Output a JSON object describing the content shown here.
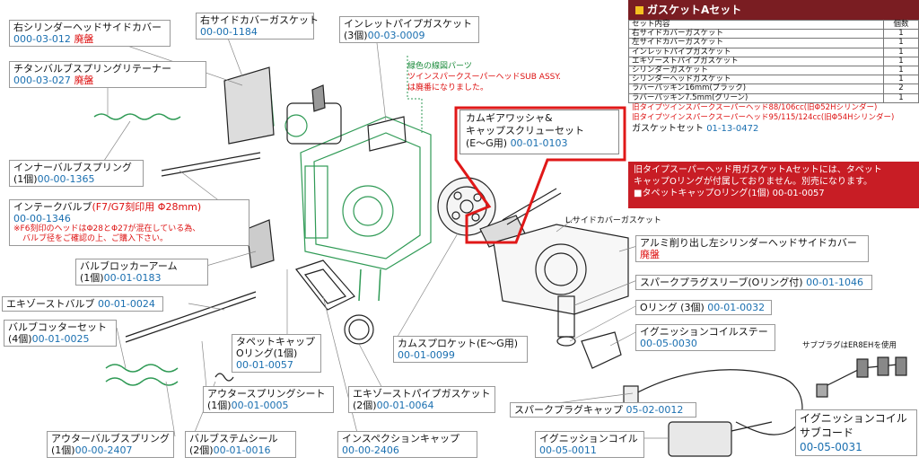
{
  "labels": {
    "right_head_cover": {
      "name": "右シリンダーヘッドサイドカバー",
      "num": "000-03-012",
      "status": "廃盤"
    },
    "right_side_gasket": {
      "name": "右サイドカバーガスケット",
      "num": "00-00-1184"
    },
    "inlet_pipe_gasket": {
      "name": "インレットパイプガスケット",
      "qty": "(3個)",
      "num": "00-03-0009"
    },
    "ti_retainer": {
      "name": "チタンバルブスプリングリテーナー",
      "num": "000-03-027",
      "status": "廃盤"
    },
    "inner_spring": {
      "name": "インナーバルブスプリング",
      "qty": "(1個)",
      "num": "00-00-1365"
    },
    "intake_valve": {
      "name": "インテークバルブ",
      "note_red": "(F7/G7刻印用 Φ28mm)",
      "num": "00-00-1346",
      "warn1": "※F6刻印のヘッドはΦ28とΦ27が混在している為、",
      "warn2": "バルブ径をご確認の上、ご購入下さい。"
    },
    "rocker_arm": {
      "name": "バルブロッカーアーム",
      "qty": "(1個)",
      "num": "00-01-0183"
    },
    "exhaust_valve": {
      "name": "エキゾーストバルブ",
      "num": "00-01-0024"
    },
    "cotter": {
      "name": "バルブコッターセット",
      "qty": "(4個)",
      "num": "00-01-0025"
    },
    "tappet_cap": {
      "name": "タペットキャップ",
      "sub": "Oリング(1個)",
      "num": "00-01-0057"
    },
    "outer_seat": {
      "name": "アウタースプリングシート",
      "qty": "(1個)",
      "num": "00-01-0005"
    },
    "outer_spring": {
      "name": "アウターバルブスプリング",
      "qty": "(1個)",
      "num": "00-00-2407"
    },
    "stem_seal": {
      "name": "バルブステムシール",
      "qty": "(2個)",
      "num": "00-01-0016"
    },
    "cam_sprocket": {
      "name": "カムスプロケット(E～G用)",
      "num": "00-01-0099"
    },
    "ex_pipe_gasket": {
      "name": "エキゾーストパイプガスケット",
      "qty": "(2個)",
      "num": "00-01-0064"
    },
    "inspection_cap": {
      "name": "インスペクションキャップ",
      "num": "00-00-2406"
    },
    "alu_left_cover": {
      "name": "アルミ削り出し左シリンダーヘッドサイドカバー",
      "status": "廃盤"
    },
    "l_side_gasket": {
      "name": "L.サイドカバーガスケット"
    },
    "plug_sleeve": {
      "name": "スパークプラグスリーブ(Oリング付)",
      "num": "00-01-1046"
    },
    "oring": {
      "name": "Oリング (3個)",
      "num": "00-01-0032"
    },
    "coil_stay": {
      "name": "イグニッションコイルステー",
      "num": "00-05-0030"
    },
    "plug_cap": {
      "name": "スパークプラグキャップ",
      "num": "05-02-0012"
    },
    "ign_coil": {
      "name": "イグニッションコイル",
      "num": "00-05-0011"
    },
    "sub_cord": {
      "name": "イグニッションコイル",
      "name2": "サブコード",
      "num": "00-05-0031"
    },
    "sub_plug_note": {
      "name": "サブプラグはER8EHを使用"
    }
  },
  "highlight": {
    "line1": "カムギアワッシャ&",
    "line2": "キャップスクリューセット",
    "line3": "(E～G用)",
    "num": "00-01-0103"
  },
  "green_note": {
    "line1": "緑色の線図パーツ",
    "line2": "ツインスパークスーパーヘッドSUB ASSY.",
    "line3": "は廃番になりました。"
  },
  "gasket_kit": {
    "title": "ガスケットAセット",
    "col_item": "セット内容",
    "col_qty": "個数",
    "rows": [
      {
        "item": "右サイドカバーガスケット",
        "qty": "1"
      },
      {
        "item": "左サイドカバーガスケット",
        "qty": "1"
      },
      {
        "item": "インレットパイプガスケット",
        "qty": "1"
      },
      {
        "item": "エキゾーストパイプガスケット",
        "qty": "1"
      },
      {
        "item": "シリンダーガスケット",
        "qty": "1"
      },
      {
        "item": "シリンダーヘッドガスケット",
        "qty": "1"
      },
      {
        "item": "ラバーパッキン16mm(ブラック)",
        "qty": "2"
      },
      {
        "item": "ラバーパッキン7.5mm(グリーン)",
        "qty": "1"
      }
    ],
    "note1": "旧タイプツインスパークスーパーヘッド88/106cc(旧Φ52Hシリンダー)",
    "note2": "旧タイプツインスパークスーパーヘッド95/115/124cc(旧Φ54Hシリンダー)",
    "set_label": "ガスケットセット",
    "set_num": "01-13-0472"
  },
  "red_notice": {
    "line1": "旧タイプスーパーヘッド用ガスケットAセットには、タペット",
    "line2": "キャップOリングが付属しておりません。別売になります。",
    "line3": "■タペットキャップOリング(1個) 00-01-0057"
  }
}
